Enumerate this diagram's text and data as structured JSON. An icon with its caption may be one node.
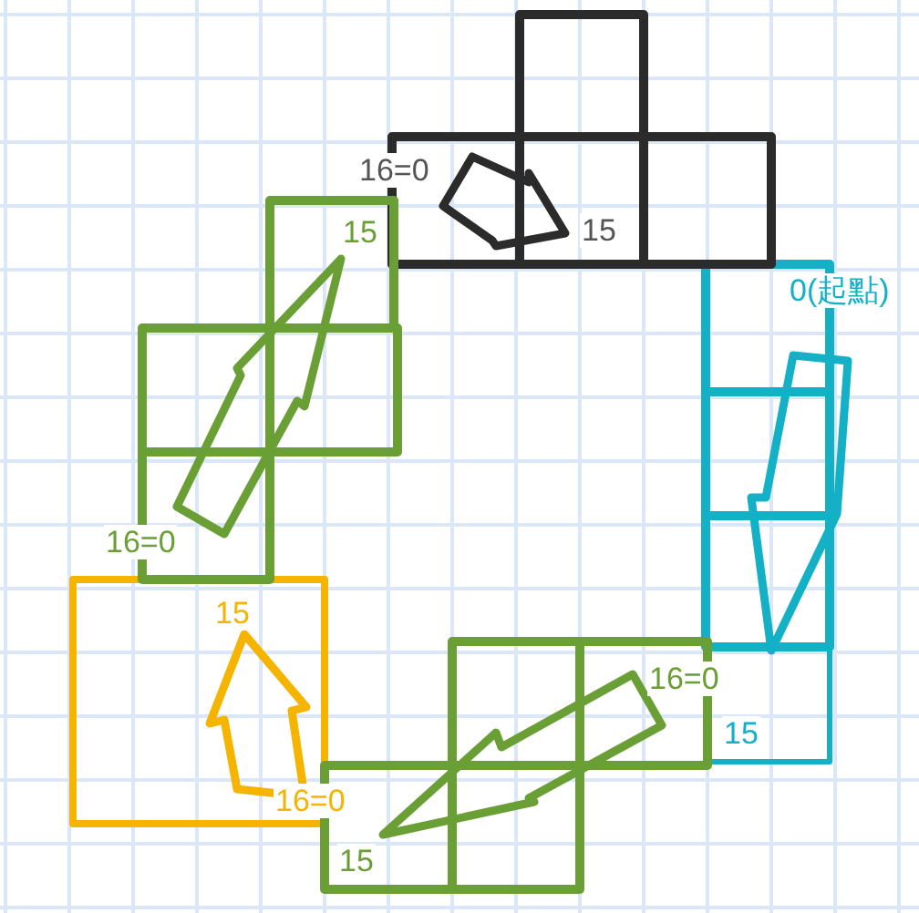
{
  "diagram": {
    "labels": [
      "16=0",
      "15",
      "15",
      "0(起點)",
      "16=0",
      "15",
      "16=0",
      "15",
      "16=0",
      "15"
    ]
  }
}
